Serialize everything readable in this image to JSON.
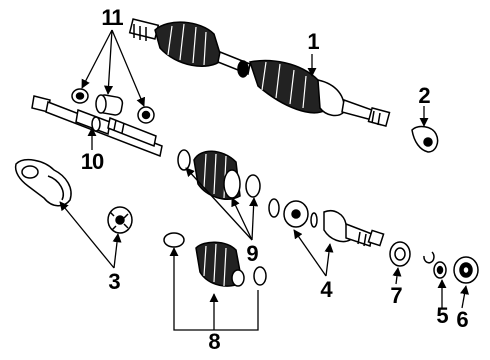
{
  "callouts": {
    "c1": "1",
    "c2": "2",
    "c3": "3",
    "c4": "4",
    "c5": "5",
    "c6": "6",
    "c7": "7",
    "c8": "8",
    "c9": "9",
    "c10": "10",
    "c11": "11"
  },
  "colors": {
    "ink": "#000000",
    "paper": "#ffffff"
  }
}
